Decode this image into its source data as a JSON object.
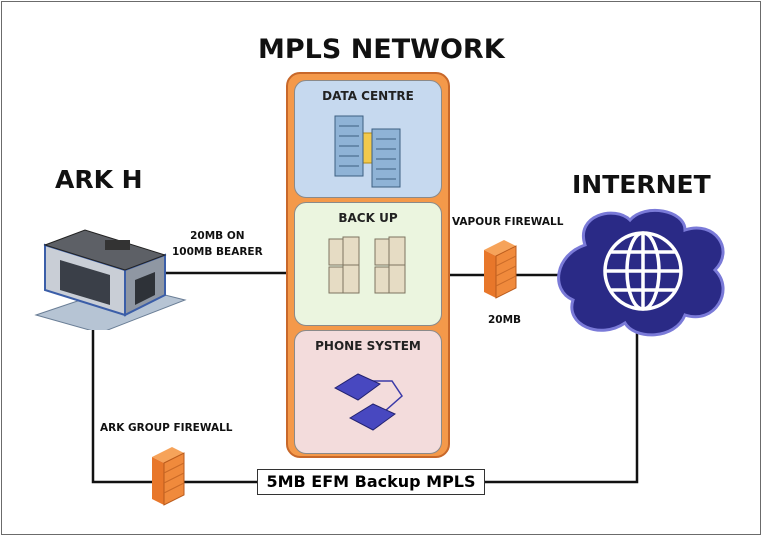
{
  "title": "MPLS NETWORK",
  "site": {
    "name": "ARK H",
    "link_label_line1": "20MB ON",
    "link_label_line2": "100MB BEARER"
  },
  "internet": {
    "name": "INTERNET",
    "firewall_label": "VAPOUR FIREWALL",
    "link_label": "20MB"
  },
  "mpls": {
    "panels": [
      {
        "label": "DATA CENTRE",
        "color": "#c6d9ef"
      },
      {
        "label": "BACK UP",
        "color": "#ebf5df"
      },
      {
        "label": "PHONE SYSTEM",
        "color": "#f3dcdc"
      }
    ],
    "border_color": "#f4994a"
  },
  "backup_link": {
    "firewall_label": "ARK GROUP FIREWALL",
    "label": "5MB EFM Backup MPLS"
  }
}
